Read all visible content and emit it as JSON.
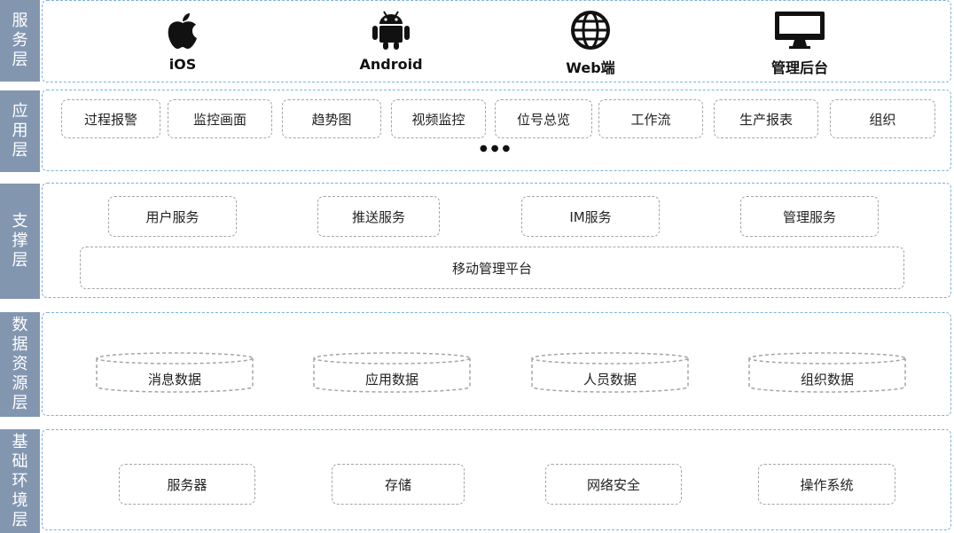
{
  "layers": {
    "service": {
      "title": "服务层",
      "items": [
        {
          "label": "iOS",
          "icon": "apple-icon"
        },
        {
          "label": "Android",
          "icon": "android-icon"
        },
        {
          "label": "Web端",
          "icon": "globe-icon"
        },
        {
          "label": "管理后台",
          "icon": "monitor-icon"
        }
      ]
    },
    "application": {
      "title": "应用层",
      "items": [
        "过程报警",
        "监控画面",
        "趋势图",
        "视频监控",
        "位号总览",
        "工作流",
        "生产报表",
        "组织"
      ],
      "more": "●●●"
    },
    "support": {
      "title": "支撑层",
      "items": [
        "用户服务",
        "推送服务",
        "IM服务",
        "管理服务"
      ],
      "platform": "移动管理平台"
    },
    "data": {
      "title": "数据资源层",
      "items": [
        "消息数据",
        "应用数据",
        "人员数据",
        "组织数据"
      ]
    },
    "infra": {
      "title": "基础环境层",
      "items": [
        "服务器",
        "存储",
        "网络安全",
        "操作系统"
      ]
    }
  },
  "colors": {
    "label_bg": "#8396b0",
    "frame_border": "#7ab3d9",
    "box_border": "#a5a5a5"
  }
}
